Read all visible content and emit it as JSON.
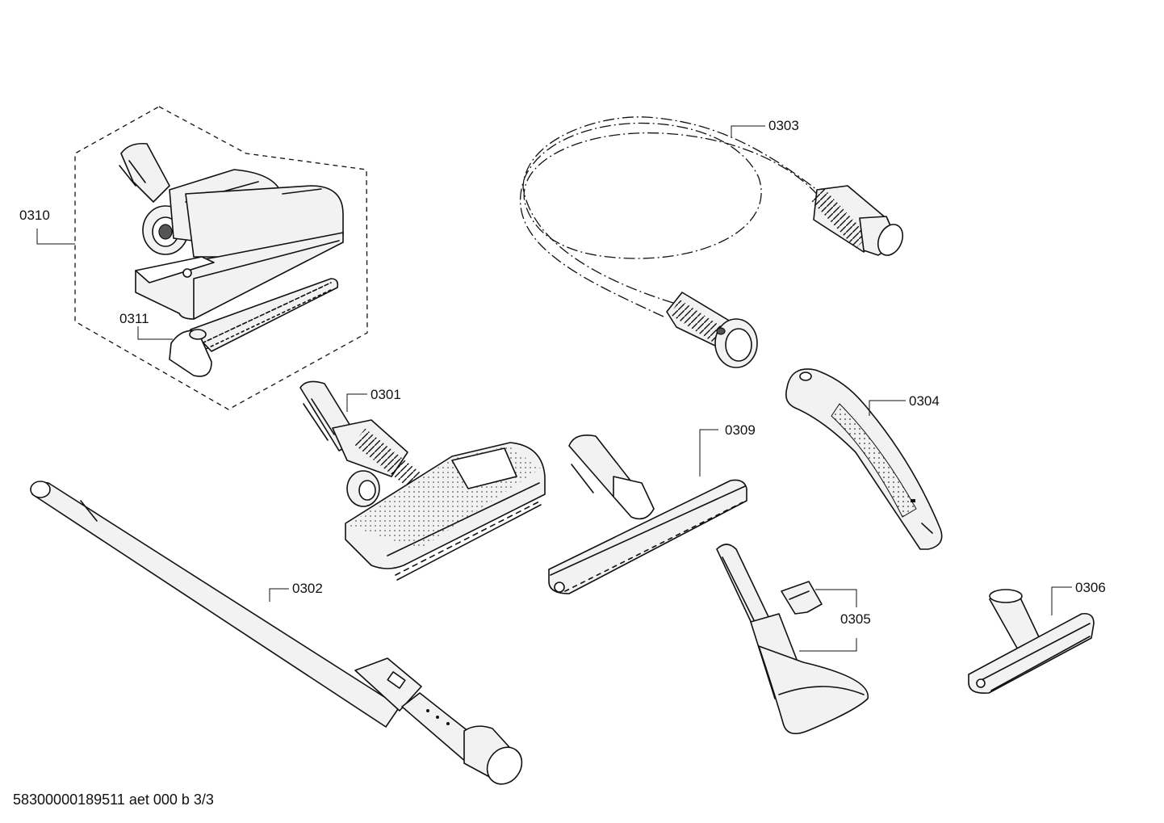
{
  "callouts": {
    "p0310": "0310",
    "p0311": "0311",
    "p0303": "0303",
    "p0301": "0301",
    "p0304": "0304",
    "p0309": "0309",
    "p0302": "0302",
    "p0305": "0305",
    "p0306": "0306"
  },
  "footer": {
    "doc_code": "58300000189511 aet 000 b 3/3"
  }
}
